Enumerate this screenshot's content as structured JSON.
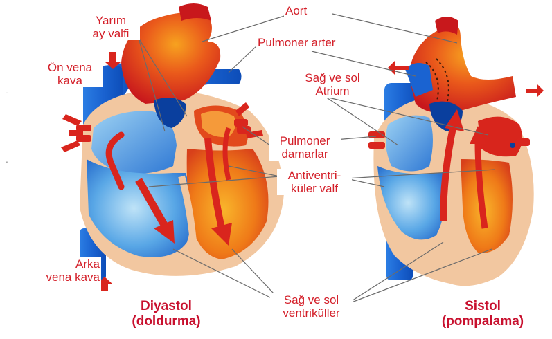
{
  "labels": {
    "aort": "Aort",
    "yarim_ay_valfi_1": "Yarım",
    "yarim_ay_valfi_2": "ay valfi",
    "pulmoner_arter": "Pulmoner arter",
    "on_vena_kava_1": "Ön vena",
    "on_vena_kava_2": "kava",
    "sag_sol_atrium_1": "Sağ ve sol",
    "sag_sol_atrium_2": "Atrium",
    "pulmoner_damarlar_1": "Pulmoner",
    "pulmoner_damarlar_2": "damarlar",
    "antiventrikuler_1": "Antiventri-",
    "antiventrikuler_2": "küler valf",
    "arka_vena_kava_1": "Arka",
    "arka_vena_kava_2": "vena kava",
    "sag_sol_ventrikul_1": "Sağ ve sol",
    "sag_sol_ventrikul_2": "ventriküller"
  },
  "captions": {
    "diyastol_1": "Diyastol",
    "diyastol_2": "(doldurma)",
    "sistol_1": "Sistol",
    "sistol_2": "(pompalama)"
  },
  "stray_marks": {
    "dash": "-",
    "dot": "."
  },
  "colors": {
    "label_red": "#d4202a",
    "vessel_blue": "#1e6fd9",
    "deep_blue": "#0a3f9e",
    "aorta_red": "#d9251d",
    "aorta_orange": "#f08a1c",
    "muscle_tan": "#f2c7a0",
    "leader_gray": "#6b6b6b"
  }
}
